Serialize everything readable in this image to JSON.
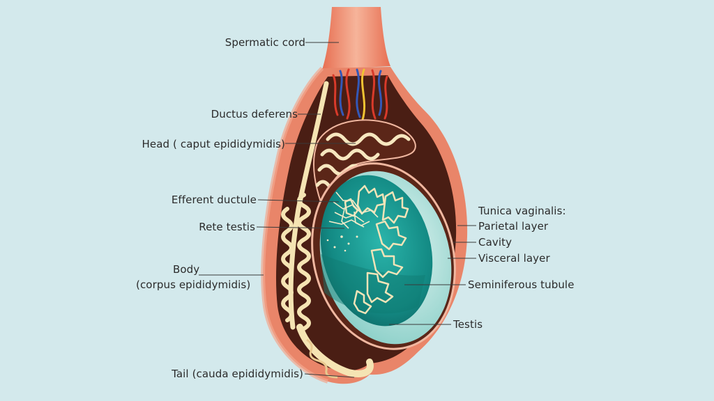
{
  "labels": {
    "spermatic_cord": "Spermatic cord",
    "ductus_deferens": "Ductus deferens",
    "head": "Head ( caput epididymidis)",
    "efferent_ductule": "Efferent ductule",
    "rete_testis": "Rete testis",
    "body_line1": "Body",
    "body_line2": "(corpus epididymidis)",
    "tail": "Tail (cauda epididymidis)",
    "tunica_vaginalis": "Tunica vaginalis:",
    "parietal_layer": "Parietal layer",
    "cavity": "Cavity",
    "visceral_layer": "Visceral layer",
    "seminiferous_tubule": "Seminiferous tubule",
    "testis": "Testis"
  },
  "colors": {
    "background": "#d3e9ec",
    "outer_tissue": "#eb8a70",
    "dark_cavity": "#4a1e14",
    "epididymis": "#f5e4b3",
    "testis_teal": "#1fa39b",
    "testis_rim": "#a4dcd6",
    "artery": "#d83a2a",
    "vein": "#3358b8",
    "nerve": "#f1c232"
  }
}
